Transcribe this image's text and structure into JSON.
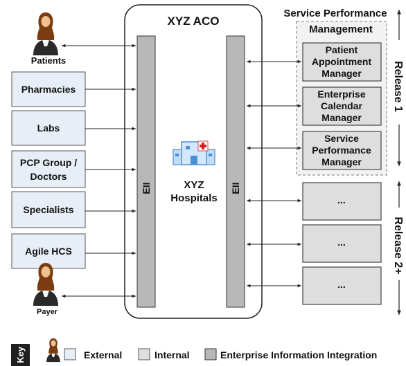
{
  "aco": {
    "title": "XYZ ACO",
    "eii_left": "EII",
    "eii_right": "EII",
    "hospital_line1": "XYZ",
    "hospital_line2": "Hospitals"
  },
  "left": {
    "patients_label": "Patients",
    "payer_label": "Payer",
    "boxes": [
      {
        "line1": "Pharmacies",
        "line2": ""
      },
      {
        "line1": "Labs",
        "line2": ""
      },
      {
        "line1": "PCP Group /",
        "line2": "Doctors"
      },
      {
        "line1": "Specialists",
        "line2": ""
      },
      {
        "line1": "Agile HCS",
        "line2": ""
      }
    ]
  },
  "spm": {
    "title_line1": "Service Performance",
    "title_line2": "Management",
    "boxes": [
      {
        "lines": [
          "Patient",
          "Appointment",
          "Manager"
        ]
      },
      {
        "lines": [
          "Enterprise",
          "Calendar",
          "Manager"
        ]
      },
      {
        "lines": [
          "Service",
          "Performance",
          "Manager"
        ]
      }
    ]
  },
  "release2_boxes": [
    "...",
    "...",
    "..."
  ],
  "releases": {
    "release1": "Release 1",
    "release2": "Release 2+"
  },
  "key": {
    "title": "Key",
    "external": "External",
    "internal": "Internal",
    "eii": "Enterprise Information Integration"
  },
  "colors": {
    "external_fill": "#e8eef8",
    "internal_fill": "#dedede",
    "eii_fill": "#b8b8b8",
    "key_bar": "#1f1f1f",
    "hospital_blue": "#4a90d9",
    "cross_red": "#d32020",
    "person_hair": "#7a3c10",
    "person_skin": "#f0c090"
  }
}
